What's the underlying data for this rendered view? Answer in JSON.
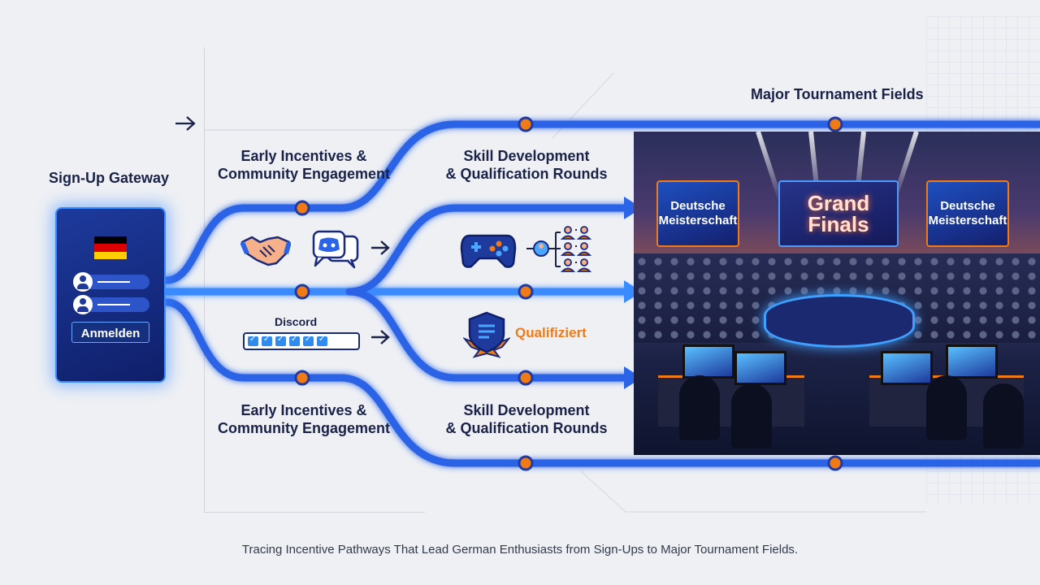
{
  "gateway": {
    "title": "Sign-Up Gateway",
    "button_label": "Anmelden",
    "flag_colors": [
      "#000000",
      "#dd0000",
      "#ffce00"
    ]
  },
  "stages": {
    "stage1_label": "Early Incentives &\nCommunity Engagement",
    "stage2_label": "Skill Development\n& Qualification Rounds",
    "stage3_label": "Early Incentives &\nCommunity Engagement",
    "stage4_label": "Skill Development\n& Qualification Rounds"
  },
  "icons": {
    "row1": [
      "handshake-icon",
      "discord-chat-icon",
      "arrow-right-icon",
      "gamepad-icon",
      "team-bracket-icon"
    ],
    "row2": [
      "progress-checklist-icon",
      "arrow-right-icon",
      "shield-badge-icon"
    ]
  },
  "discord_label": "Discord",
  "qualified_label": "Qualifiziert",
  "major": {
    "title": "Major Tournament Fields",
    "screen_left": "Deutsche\nMeisterschaft",
    "screen_main": "Grand\nFinals",
    "screen_right": "Deutsche\nMeisterschaft"
  },
  "caption": "Tracing Incentive Pathways That Lead German Enthusiasts from Sign-Ups to Major Tournament Fields.",
  "colors": {
    "path_blue": "#1f4fd8",
    "glow_blue": "#4aa6ff",
    "node_orange": "#f07a16",
    "navy": "#1a2247"
  }
}
